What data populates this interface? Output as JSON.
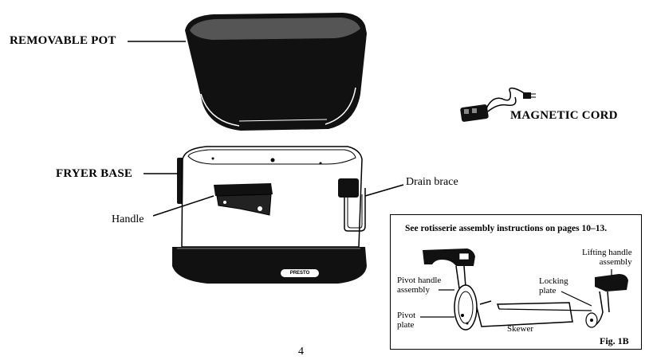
{
  "labels": {
    "removable_pot": "REMOVABLE POT",
    "magnetic_cord": "MAGNETIC CORD",
    "fryer_base": "FRYER BASE",
    "handle": "Handle",
    "drain_brace": "Drain brace",
    "brand": "PRESTO"
  },
  "inset": {
    "note": "See rotisserie assembly instructions on pages 10–13.",
    "pivot_handle_line1": "Pivot handle",
    "pivot_handle_line2": "assembly",
    "pivot_plate_line1": "Pivot",
    "pivot_plate_line2": "plate",
    "lifting_handle_line1": "Lifting handle",
    "lifting_handle_line2": "assembly",
    "locking_plate_line1": "Locking",
    "locking_plate_line2": "plate",
    "skewer": "Skewer",
    "fig": "Fig. 1B"
  },
  "page_number": "4"
}
